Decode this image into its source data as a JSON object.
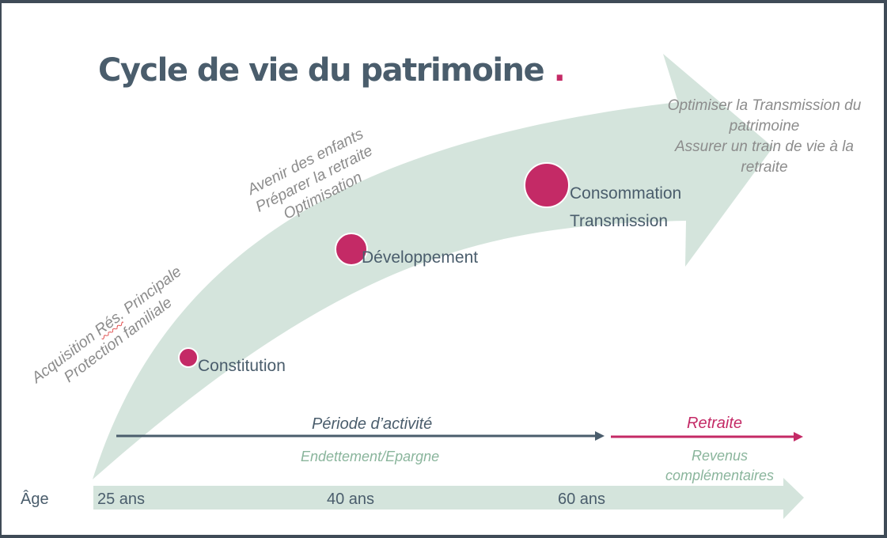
{
  "title": "Cycle de vie du patrimoine",
  "title_dot": ".",
  "stages": {
    "constitution": "Constitution",
    "developpement": "Développement",
    "consommation": "Consommation",
    "transmission": "Transmission"
  },
  "objectives": {
    "early_line1_a": "Acquisition ",
    "early_line1_b": "Rés",
    "early_line1_c": ". Principale",
    "early_line2": "Protection familiale",
    "mid_line1": "Avenir des enfants",
    "mid_line2": "Préparer la retraite",
    "mid_line3": "Optimisation",
    "late_line1": "Optimiser la Transmission du",
    "late_line2": "patrimoine",
    "late_line3": "Assurer un train de vie à la",
    "late_line4": "retraite"
  },
  "periods": {
    "activite": "Période d’activité",
    "activite_sub": "Endettement/Epargne",
    "retraite": "Retraite",
    "retraite_sub_line1": "Revenus",
    "retraite_sub_line2": "complémentaires"
  },
  "age_axis": {
    "label": "Âge",
    "ages": [
      "25 ans",
      "40 ans",
      "60 ans"
    ]
  },
  "colors": {
    "arrow_fill": "#d4e4dc",
    "accent": "#c42a66",
    "slate": "#4a5d6c",
    "grey_text": "#8c8c8c",
    "green_text": "#8ab59c"
  }
}
